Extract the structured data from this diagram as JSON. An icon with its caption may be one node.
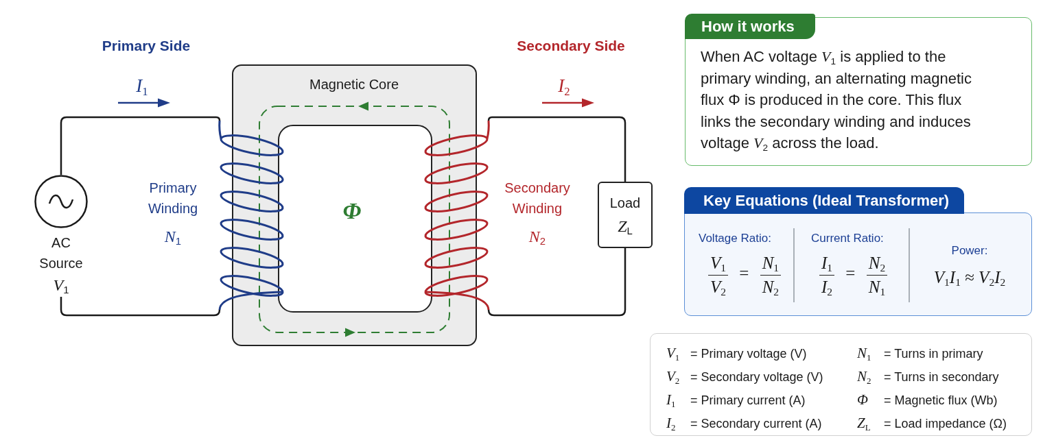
{
  "diagram": {
    "nodes": [
      {
        "text": [],
        "shape": "circle",
        "beside": [
          "AC Source",
          "*V*$_{1}$"
        ]
      },
      {
        "text": [],
        "shape": "coil",
        "beside": [
          "Primary Winding",
          "*N*$_{1}$"
        ]
      },
      {
        "text": [
          "Magnetic Core",
          "Φ"
        ]
      },
      {
        "text": [],
        "shape": "coil",
        "beside": [
          "Secondary Winding",
          "*N*$_{2}$"
        ]
      },
      {
        "text": [
          "Load",
          "*Z*$_{L}$"
        ]
      },
      {
        "text": [
          "How it works",
          "When AC voltage *V*$_{1}$ is applied to the primary winding, an alternating magnetic flux Φ is produced in the core. This flux links the secondary winding and induces voltage *V*$_{2}$ across the load."
        ]
      },
      {
        "text": [
          "Key Equations (Ideal Transformer)",
          "Voltage Ratio:",
          "*V*$_{1}$ *V*$_{2}$ = *N*$_{1}$ *N*$_{2}$",
          "Current Ratio:",
          "*I*$_{1}$ *I*$_{2}$ = *N*$_{2}$ *N*$_{1}$",
          "Power:",
          "*V*$_{1}$*I*$_{1}$ ≈ *V*$_{2}$*I*$_{2}$"
        ]
      },
      {
        "text": [
          "*V*$_{1}$ = Primary voltage (V)",
          "*N*$_{1}$ = Turns in primary",
          "*V*$_{2}$ = Secondary voltage (V)",
          "*N*$_{2}$ = Turns in secondary",
          "*I*$_{1}$ = Primary current (A)",
          "*Φ* = Magnetic flux (Wb)",
          "*I*$_{2}$ = Secondary current (A)",
          "*Z*$_{L}$ = Load impedance (Ω)"
        ]
      }
    ],
    "edges": [
      {
        "from": 0,
        "to": 1,
        "arrow": "none"
      },
      {
        "from": 0,
        "to": 1,
        "arrow": "none"
      },
      {
        "from": 3,
        "to": 4,
        "arrow": "none"
      },
      {
        "from": 3,
        "to": 4,
        "arrow": "none"
      }
    ],
    "labels": [
      "Primary Side",
      "Secondary Side",
      "*I*$_{1}$",
      "*I*$_{2}$"
    ]
  }
}
